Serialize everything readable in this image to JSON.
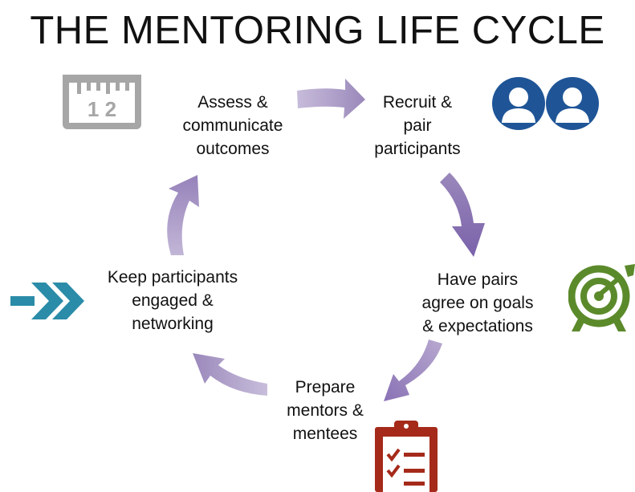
{
  "title": "THE MENTORING LIFE CYCLE",
  "stages": {
    "assess": {
      "lines": [
        "Assess &",
        "communicate",
        "outcomes"
      ]
    },
    "recruit": {
      "lines": [
        "Recruit &",
        "pair",
        "participants"
      ]
    },
    "goals": {
      "lines": [
        "Have pairs",
        "agree on goals",
        "& expectations"
      ]
    },
    "prepare": {
      "lines": [
        "Prepare",
        "mentors &",
        "mentees"
      ]
    },
    "engage": {
      "lines": [
        "Keep participants",
        "engaged &",
        "networking"
      ]
    }
  },
  "icons": {
    "ruler": {
      "name": "ruler-icon",
      "text": "1 2",
      "color": "#a6a6a6"
    },
    "people": {
      "name": "people-icon",
      "color": "#1f5597"
    },
    "target": {
      "name": "target-icon",
      "color": "#5b8a2b"
    },
    "clipboard": {
      "name": "clipboard-icon",
      "color": "#a52a1a"
    },
    "chevrons": {
      "name": "double-chevron-icon",
      "color": "#2a8ca8"
    }
  },
  "colors": {
    "arrow": "#9a88bb",
    "arrow_dark": "#7d6aa8"
  }
}
